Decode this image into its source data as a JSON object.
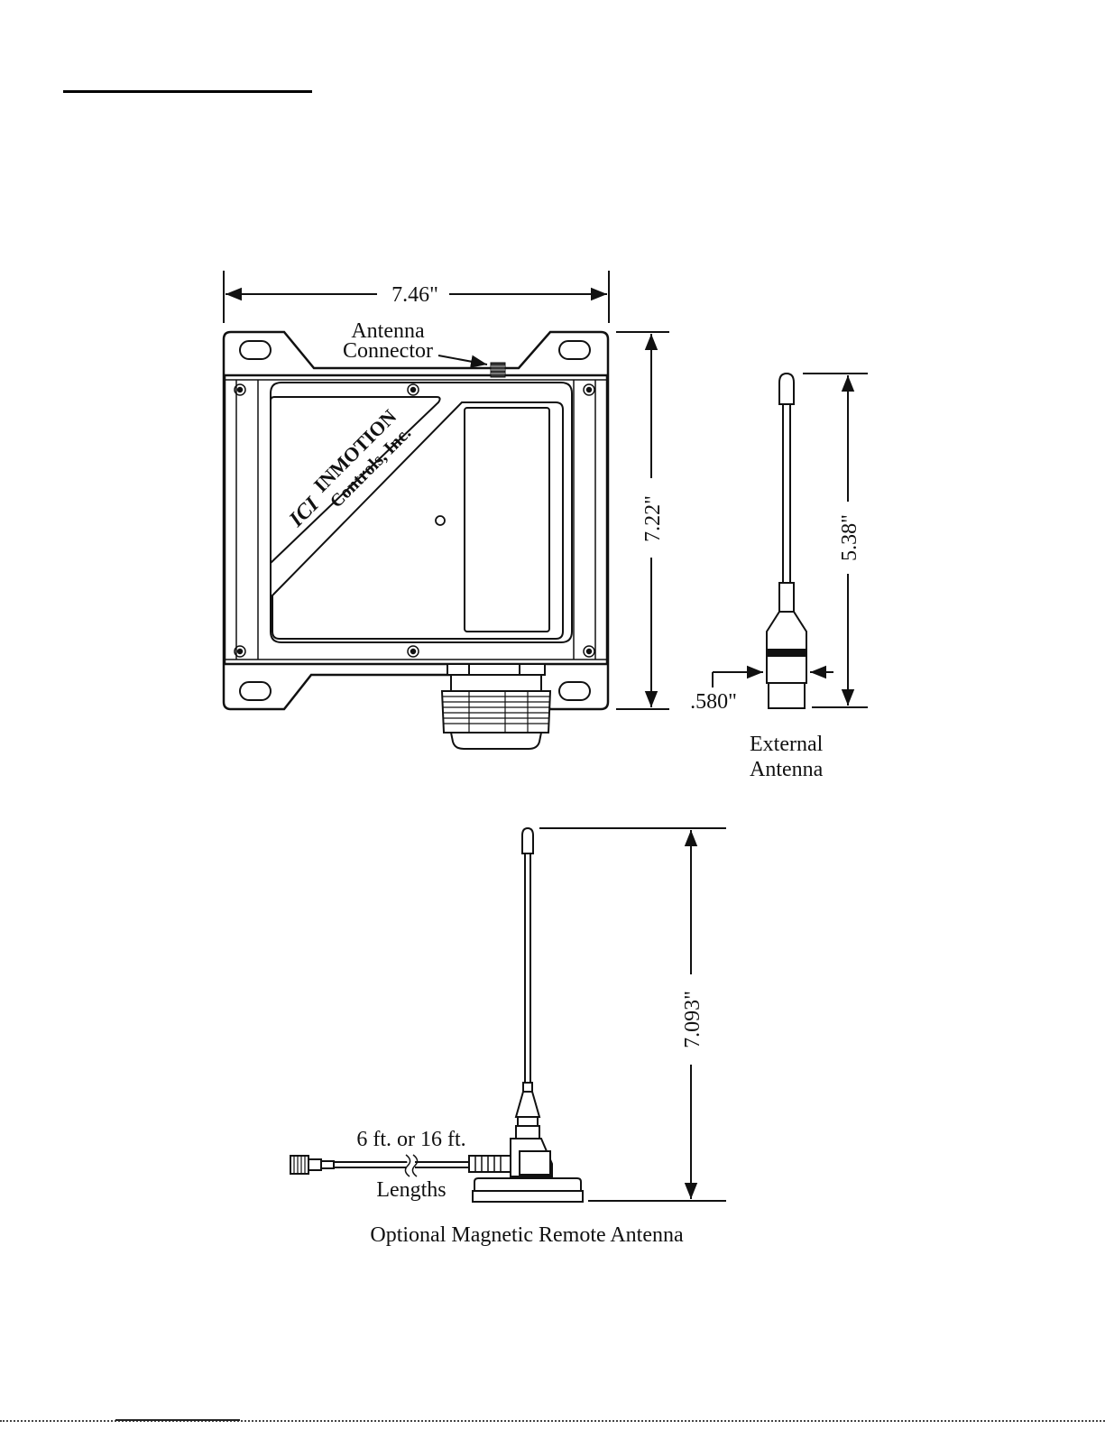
{
  "dimensions": {
    "enclosure_width": "7.46\"",
    "enclosure_height": "7.22\"",
    "external_antenna_height": "5.38\"",
    "external_antenna_diameter": ".580\"",
    "magnetic_antenna_height": "7.093\""
  },
  "labels": {
    "antenna_connector_line1": "Antenna",
    "antenna_connector_line2": "Connector",
    "external_antenna_line1": "External",
    "external_antenna_line2": "Antenna",
    "cable_lengths_top": "6 ft. or 16 ft.",
    "cable_lengths_bottom": "Lengths",
    "caption_magnetic": "Optional Magnetic Remote Antenna"
  },
  "logo": {
    "monogram": "ICI",
    "line1": "INMOTION",
    "line2": "Controls, Inc."
  }
}
